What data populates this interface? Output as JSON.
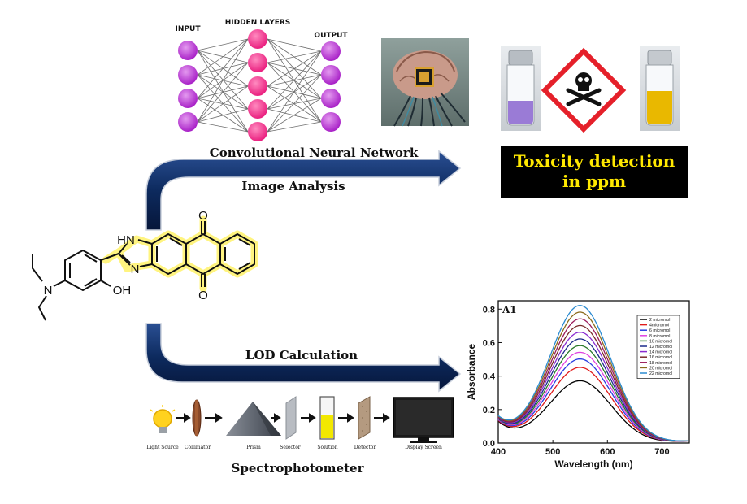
{
  "nn": {
    "input_label": "INPUT",
    "hidden_label": "HIDDEN LAYERS",
    "output_label": "OUTPUT",
    "title": "Convolutional Neural Network"
  },
  "flow": {
    "top_label": "Image Analysis",
    "bottom_label": "LOD Calculation"
  },
  "toxicity": {
    "line1": "Toxicity detection",
    "line2": "in ppm"
  },
  "molecule": {
    "nh": "HN",
    "n": "N",
    "oh": "OH",
    "amine_n": "N",
    "o_top": "O",
    "o_bottom": "O"
  },
  "spectro": {
    "title": "Spectrophotometer",
    "parts": [
      "Light Source",
      "Collimator",
      "Prism",
      "Selector",
      "Solution",
      "Detector",
      "Display Screen"
    ]
  },
  "colors": {
    "arrow": "#0d2a5e",
    "highlight": "#fff36b",
    "vial_purple": "#9a7bd6",
    "vial_yellow": "#e9b800",
    "hazard_red": "#e5202a",
    "toxbox_text": "#ffe800"
  },
  "chart_data": {
    "type": "line",
    "title": "A1",
    "xlabel": "Wavelength (nm)",
    "ylabel": "Absorbance",
    "xlim": [
      400,
      750
    ],
    "ylim": [
      0.0,
      0.85
    ],
    "xticks": [
      400,
      500,
      600,
      700
    ],
    "yticks": [
      0.0,
      0.2,
      0.4,
      0.6,
      0.8
    ],
    "peak_x": 550,
    "legend_position": "top-right",
    "series": [
      {
        "name": "2 micromol",
        "peak": 0.37,
        "color": "#000000"
      },
      {
        "name": "4micromol",
        "peak": 0.45,
        "color": "#e01b1b"
      },
      {
        "name": "6 micromol",
        "peak": 0.5,
        "color": "#2a3de0"
      },
      {
        "name": "8 micromol",
        "peak": 0.54,
        "color": "#e040e0"
      },
      {
        "name": "10 micromol",
        "peak": 0.58,
        "color": "#2a7a2a"
      },
      {
        "name": "12 micromol",
        "peak": 0.62,
        "color": "#1b2a8a"
      },
      {
        "name": "14 micromol",
        "peak": 0.66,
        "color": "#8a2ad0"
      },
      {
        "name": "16 micromol",
        "peak": 0.7,
        "color": "#7a2a2a"
      },
      {
        "name": "18 micromol",
        "peak": 0.74,
        "color": "#9a1b5a"
      },
      {
        "name": "20 micromol",
        "peak": 0.78,
        "color": "#8a6a1b"
      },
      {
        "name": "22 micromol",
        "peak": 0.82,
        "color": "#2a8ad0"
      }
    ]
  }
}
